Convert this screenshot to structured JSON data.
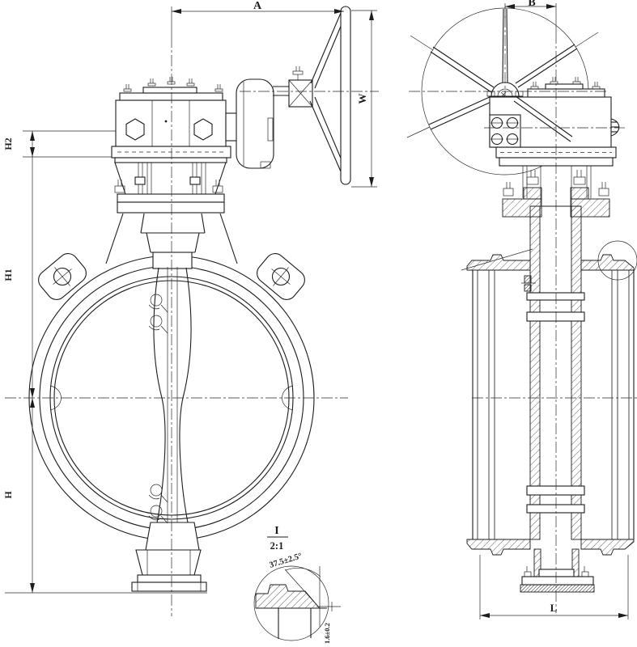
{
  "drawing": {
    "background": "#ffffff",
    "line_color": "#1c1c1c",
    "type": "butterfly-valve-with-gear-operator-engineering-drawing",
    "dim_labels": {
      "a": "A",
      "b": "B",
      "w": "W",
      "h2": "H2",
      "h1": "H1",
      "h": "H",
      "l": "L"
    },
    "detail_view": {
      "label": "I",
      "scale": "2:1",
      "angle_dim": "37.5±2.5°",
      "edge_dim": "1.6±0.2"
    }
  }
}
